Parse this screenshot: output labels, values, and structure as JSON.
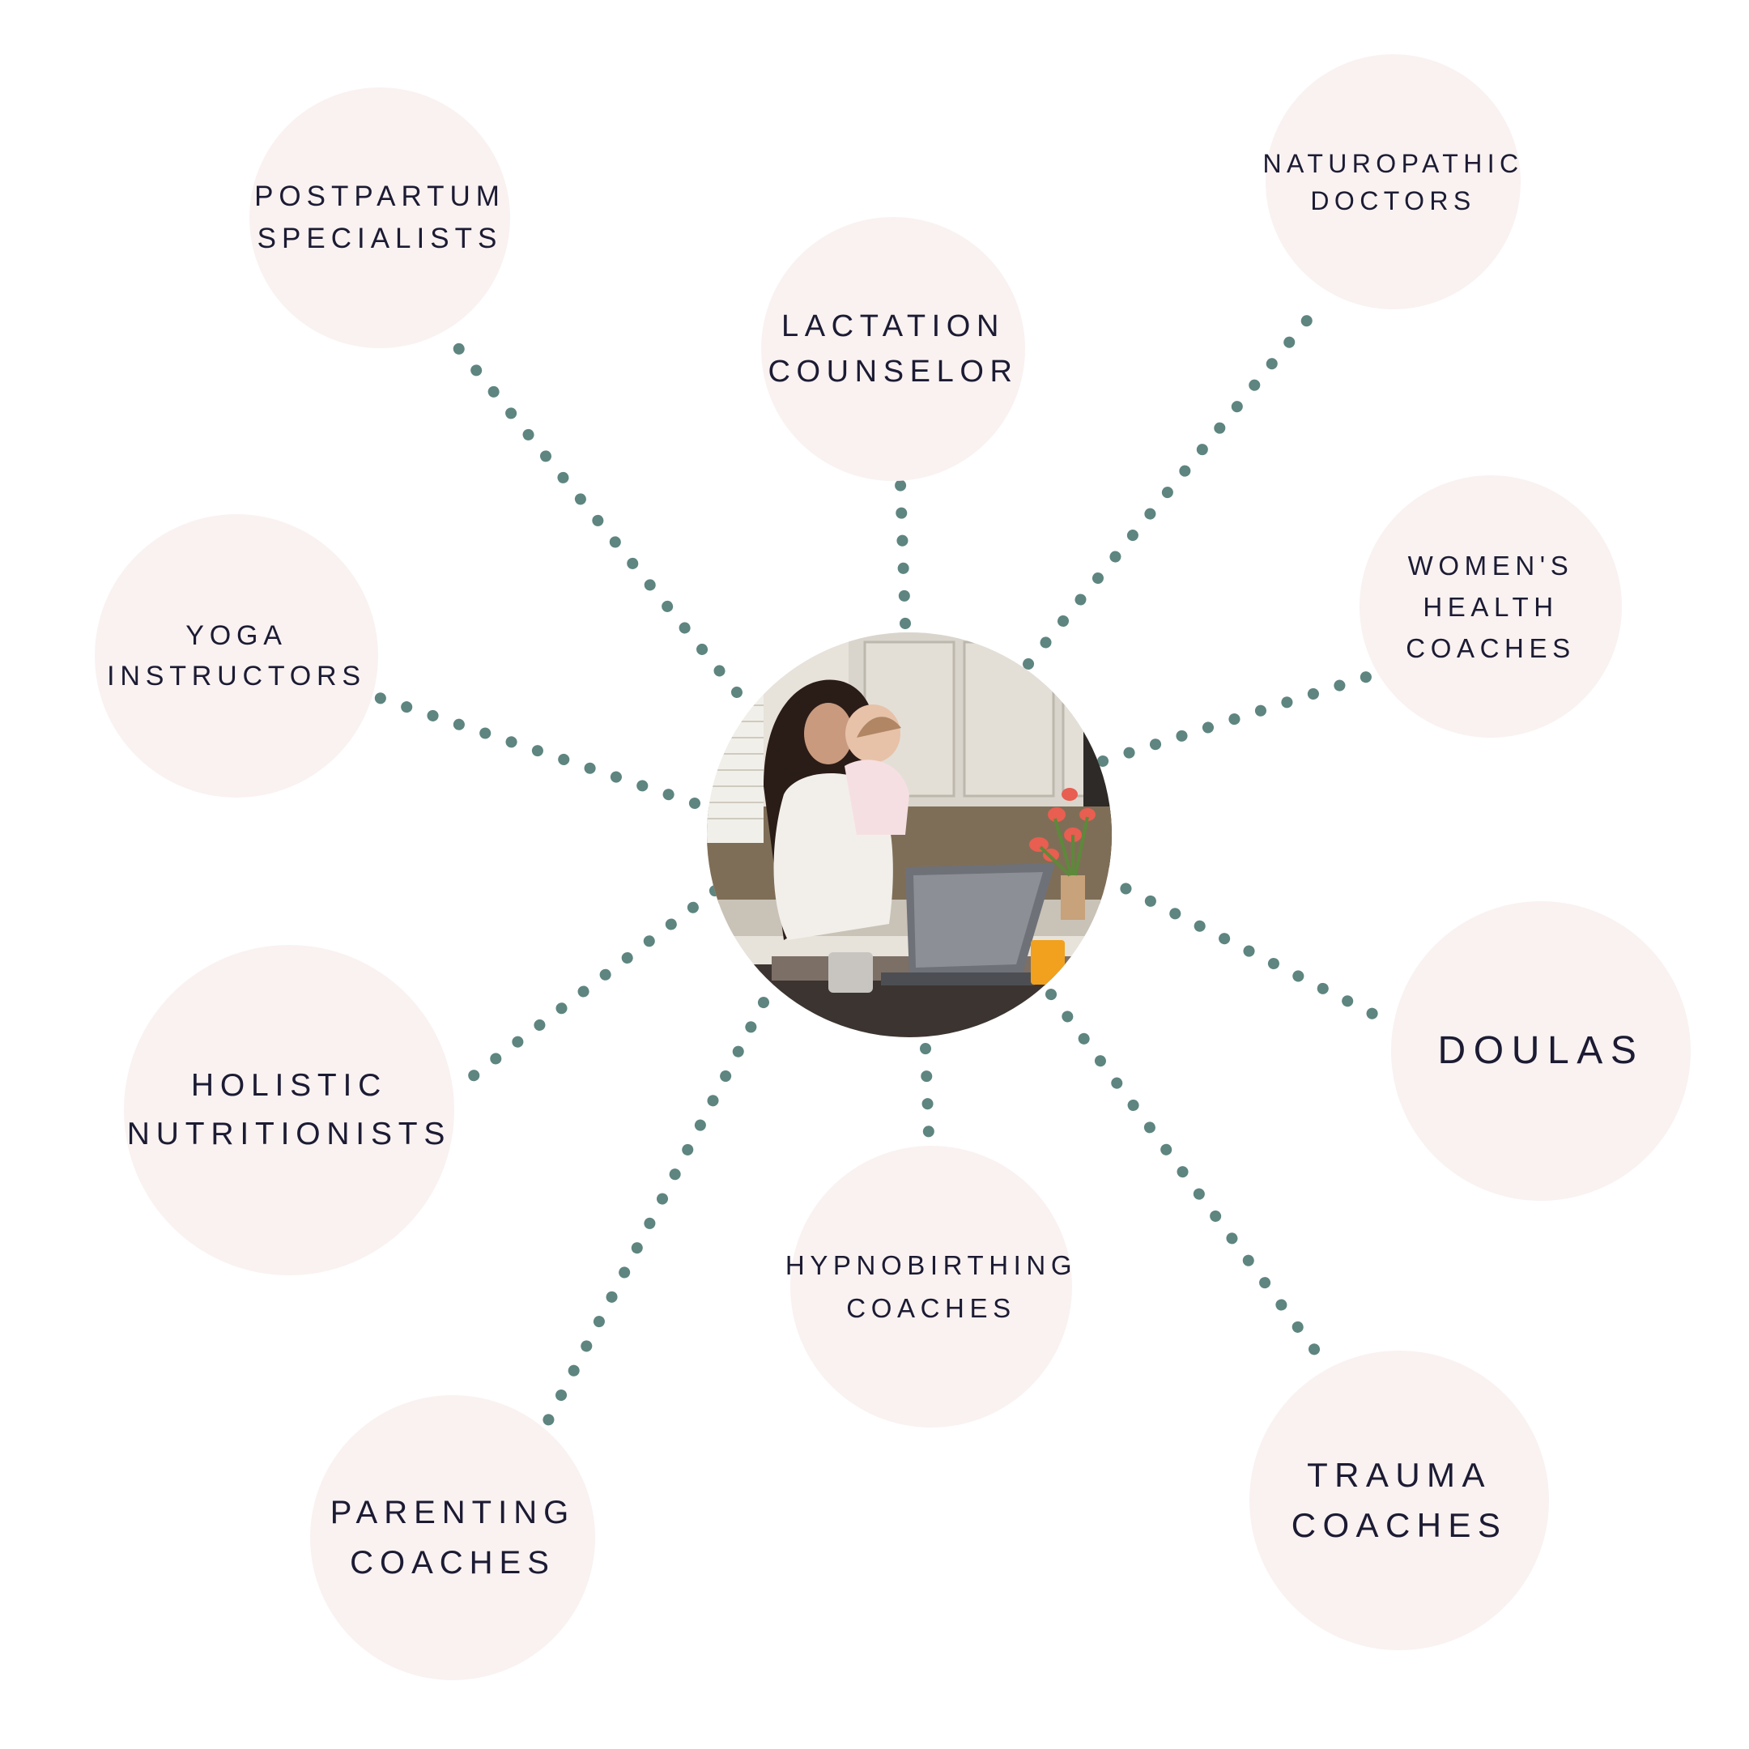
{
  "diagram": {
    "center": {
      "image": "woman-working-on-laptop-holding-baby-photo"
    },
    "nodes": [
      {
        "id": "postpartum",
        "label": "POSTPARTUM\nSPECIALISTS"
      },
      {
        "id": "lactation",
        "label": "LACTATION\nCOUNSELOR"
      },
      {
        "id": "naturopathic",
        "label": "NATUROPATHIC\nDOCTORS"
      },
      {
        "id": "womens-health",
        "label": "WOMEN'S\nHEALTH\nCOACHES"
      },
      {
        "id": "doulas",
        "label": "DOULAS"
      },
      {
        "id": "trauma",
        "label": "TRAUMA\nCOACHES"
      },
      {
        "id": "hypnobirthing",
        "label": "HYPNOBIRTHING\nCOACHES"
      },
      {
        "id": "parenting",
        "label": "PARENTING\nCOACHES"
      },
      {
        "id": "holistic",
        "label": "HOLISTIC\nNUTRITIONISTS"
      },
      {
        "id": "yoga",
        "label": "YOGA\nINSTRUCTORS"
      }
    ],
    "colors": {
      "node_fill": "#f9f2f1",
      "label_text": "#1c1b33",
      "connector": "#5e8580"
    }
  }
}
